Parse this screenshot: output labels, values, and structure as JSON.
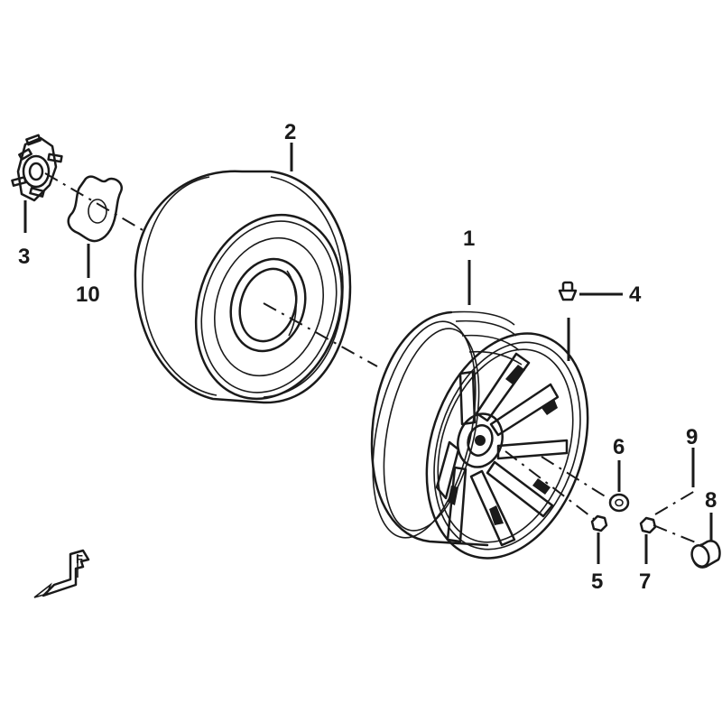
{
  "callouts": [
    {
      "id": "1",
      "part": "wheel-rim"
    },
    {
      "id": "2",
      "part": "tire"
    },
    {
      "id": "3",
      "part": "wheel-hub"
    },
    {
      "id": "4",
      "part": "valve-stem"
    },
    {
      "id": "5",
      "part": "small-nut"
    },
    {
      "id": "6",
      "part": "washer"
    },
    {
      "id": "7",
      "part": "lug-nut"
    },
    {
      "id": "8",
      "part": "hub-cap"
    },
    {
      "id": "9",
      "part": "assembly-leader"
    },
    {
      "id": "10",
      "part": "gasket"
    }
  ],
  "front_indicator": {
    "letter": "F",
    "icon": "front-direction-arrow-icon"
  },
  "colors": {
    "ink": "#1a1a1a",
    "paper": "#ffffff"
  }
}
